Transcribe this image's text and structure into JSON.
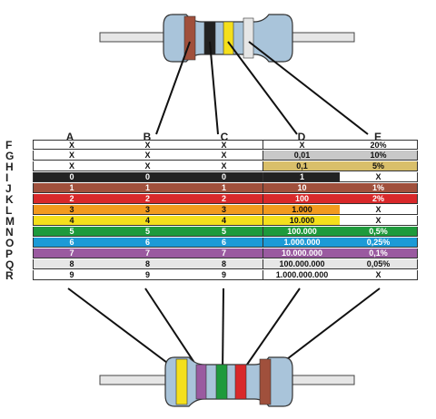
{
  "columns": [
    "A",
    "B",
    "C",
    "D",
    "E"
  ],
  "rows": [
    {
      "label": "F",
      "cells": [
        "X",
        "X",
        "X",
        "X",
        "20%"
      ],
      "bg": "#ffffff",
      "fg": "#111111",
      "eBg": "#ffffff",
      "eFg": "#111111",
      "dBg": "#ffffff",
      "dFg": "#111111"
    },
    {
      "label": "G",
      "cells": [
        "X",
        "X",
        "X",
        "0,01",
        "10%"
      ],
      "bg": "#ffffff",
      "fg": "#111111",
      "eBg": "#c8c8c8",
      "eFg": "#111111",
      "dBg": "#c8c8c8",
      "dFg": "#111111"
    },
    {
      "label": "H",
      "cells": [
        "X",
        "X",
        "X",
        "0,1",
        "5%"
      ],
      "bg": "#ffffff",
      "fg": "#111111",
      "eBg": "#d9bf6a",
      "eFg": "#111111",
      "dBg": "#d9bf6a",
      "dFg": "#111111"
    },
    {
      "label": "I",
      "cells": [
        "0",
        "0",
        "0",
        "1",
        "X"
      ],
      "bg": "#222222",
      "fg": "#ffffff",
      "eBg": "#ffffff",
      "eFg": "#111111",
      "dBg": "#222222",
      "dFg": "#ffffff"
    },
    {
      "label": "J",
      "cells": [
        "1",
        "1",
        "1",
        "10",
        "1%"
      ],
      "bg": "#a0503c",
      "fg": "#ffffff",
      "eBg": "#a0503c",
      "eFg": "#ffffff",
      "dBg": "#a0503c",
      "dFg": "#ffffff"
    },
    {
      "label": "K",
      "cells": [
        "2",
        "2",
        "2",
        "100",
        "2%"
      ],
      "bg": "#d8282a",
      "fg": "#ffffff",
      "eBg": "#d8282a",
      "eFg": "#ffffff",
      "dBg": "#d8282a",
      "dFg": "#ffffff"
    },
    {
      "label": "L",
      "cells": [
        "3",
        "3",
        "3",
        "1.000",
        "X"
      ],
      "bg": "#f29a1e",
      "fg": "#111111",
      "eBg": "#ffffff",
      "eFg": "#111111",
      "dBg": "#f29a1e",
      "dFg": "#111111"
    },
    {
      "label": "M",
      "cells": [
        "4",
        "4",
        "4",
        "10.000",
        "X"
      ],
      "bg": "#f4df1c",
      "fg": "#111111",
      "eBg": "#ffffff",
      "eFg": "#111111",
      "dBg": "#f4df1c",
      "dFg": "#111111"
    },
    {
      "label": "N",
      "cells": [
        "5",
        "5",
        "5",
        "100.000",
        "0,5%"
      ],
      "bg": "#1e9a3c",
      "fg": "#ffffff",
      "eBg": "#1e9a3c",
      "eFg": "#ffffff",
      "dBg": "#1e9a3c",
      "dFg": "#ffffff"
    },
    {
      "label": "O",
      "cells": [
        "6",
        "6",
        "6",
        "1.000.000",
        "0,25%"
      ],
      "bg": "#1c9ad6",
      "fg": "#ffffff",
      "eBg": "#1c9ad6",
      "eFg": "#ffffff",
      "dBg": "#1c9ad6",
      "dFg": "#ffffff"
    },
    {
      "label": "P",
      "cells": [
        "7",
        "7",
        "7",
        "10.000.000",
        "0,1%"
      ],
      "bg": "#9a5aa0",
      "fg": "#ffffff",
      "eBg": "#9a5aa0",
      "eFg": "#ffffff",
      "dBg": "#9a5aa0",
      "dFg": "#ffffff"
    },
    {
      "label": "Q",
      "cells": [
        "8",
        "8",
        "8",
        "100.000.000",
        "0,05%"
      ],
      "bg": "#e6e6e6",
      "fg": "#111111",
      "eBg": "#e6e6e6",
      "eFg": "#111111",
      "dBg": "#e6e6e6",
      "dFg": "#111111"
    },
    {
      "label": "R",
      "cells": [
        "9",
        "9",
        "9",
        "1.000.000.000",
        "X"
      ],
      "bg": "#ffffff",
      "fg": "#111111",
      "eBg": "#ffffff",
      "eFg": "#111111",
      "dBg": "#ffffff",
      "dFg": "#111111"
    }
  ],
  "top_resistor_bands": [
    "#a0503c",
    "#222222",
    "#f4df1c",
    "#e6e6e6"
  ],
  "bottom_resistor_bands": [
    "#f4df1c",
    "#9a5aa0",
    "#1e9a3c",
    "#d8282a",
    "#a0503c"
  ],
  "resistor_body_color": "#a9c4da"
}
